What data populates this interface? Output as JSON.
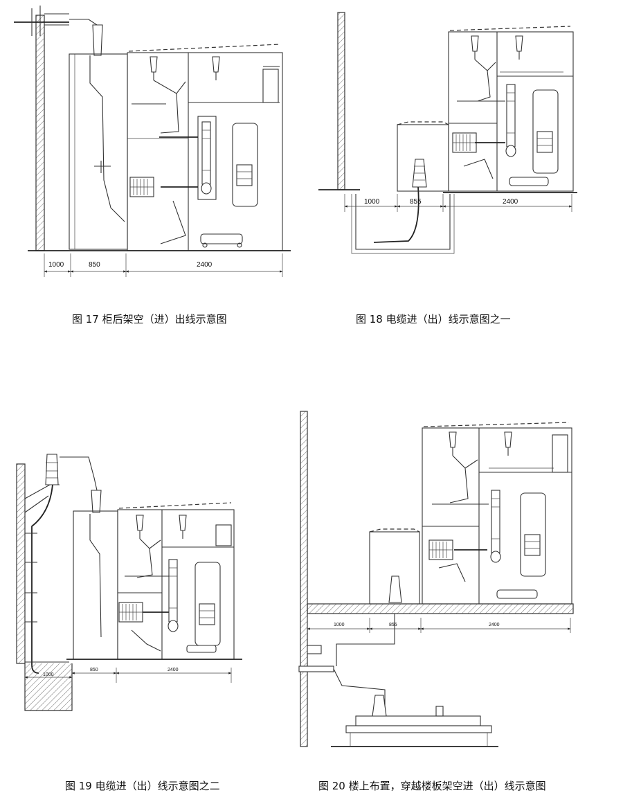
{
  "figures": [
    {
      "id": "fig17",
      "caption": "图 17 柜后架空（进）出线示意图",
      "dims": [
        "1000",
        "850",
        "2400"
      ]
    },
    {
      "id": "fig18",
      "caption": "图 18 电缆进（出）线示意图之一",
      "dims": [
        "1000",
        "855",
        "2400"
      ]
    },
    {
      "id": "fig19",
      "caption": "图 19 电缆进（出）线示意图之二",
      "dims": [
        "1000",
        "850",
        "2400"
      ]
    },
    {
      "id": "fig20",
      "caption": "图 20 楼上布置，穿越楼板架空进（出）线示意图",
      "dims": [
        "1000",
        "855",
        "2400"
      ]
    }
  ]
}
